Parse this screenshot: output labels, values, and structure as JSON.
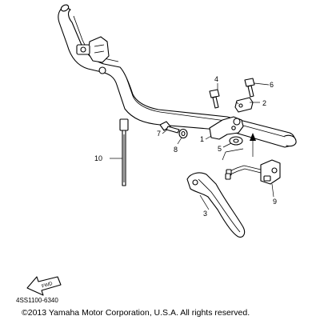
{
  "diagram": {
    "callouts": [
      {
        "id": "1",
        "name": "callout-1"
      },
      {
        "id": "2",
        "name": "callout-2"
      },
      {
        "id": "3",
        "name": "callout-3"
      },
      {
        "id": "4",
        "name": "callout-4"
      },
      {
        "id": "5",
        "name": "callout-5"
      },
      {
        "id": "6",
        "name": "callout-6"
      },
      {
        "id": "7",
        "name": "callout-7"
      },
      {
        "id": "8",
        "name": "callout-8"
      },
      {
        "id": "9",
        "name": "callout-9"
      },
      {
        "id": "10",
        "name": "callout-10"
      }
    ],
    "fwd_label": "FWD"
  },
  "footer": {
    "part_code": "4SS1100-6340",
    "copyright": "©2013 Yamaha Motor Corporation, U.S.A. All rights reserved."
  }
}
